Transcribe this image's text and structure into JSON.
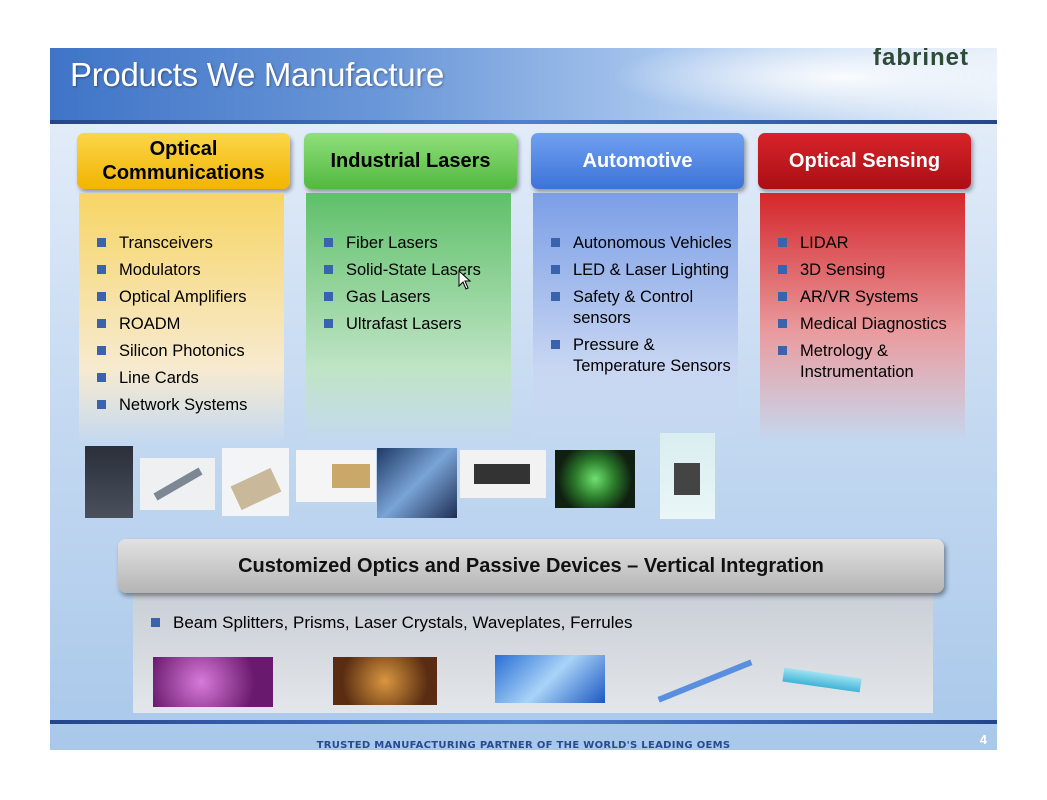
{
  "header": {
    "title": "Products We Manufacture",
    "logo": "fabrinet"
  },
  "columns": [
    {
      "title": "Optical Communications",
      "items": [
        "Transceivers",
        "Modulators",
        "Optical Amplifiers",
        "ROADM",
        "Silicon Photonics",
        "Line Cards",
        "Network Systems"
      ]
    },
    {
      "title": "Industrial Lasers",
      "items": [
        "Fiber Lasers",
        "Solid-State Lasers",
        "Gas Lasers",
        "Ultrafast Lasers"
      ]
    },
    {
      "title": "Automotive",
      "items": [
        "Autonomous Vehicles",
        "LED & Laser Lighting",
        "Safety & Control sensors",
        "Pressure & Temperature Sensors"
      ]
    },
    {
      "title": "Optical Sensing",
      "items": [
        "LIDAR",
        "3D Sensing",
        "AR/VR Systems",
        "Medical Diagnostics",
        "Metrology & Instrumentation"
      ]
    }
  ],
  "banner": {
    "title": "Customized Optics and Passive Devices – Vertical Integration",
    "item": "Beam Splitters, Prisms, Laser Crystals, Waveplates, Ferrules"
  },
  "footer": {
    "tagline": "TRUSTED MANUFACTURING PARTNER OF THE WORLD'S LEADING OEMS",
    "page": "4"
  },
  "colors": {
    "col1": "#f7c21b",
    "col2": "#6fcf5a",
    "col3": "#4a86e8",
    "col4": "#c5121a",
    "bullet": "#3a63ad"
  },
  "icons": {
    "bullet": "square-bullet-icon",
    "cursor": "mouse-pointer-icon"
  }
}
